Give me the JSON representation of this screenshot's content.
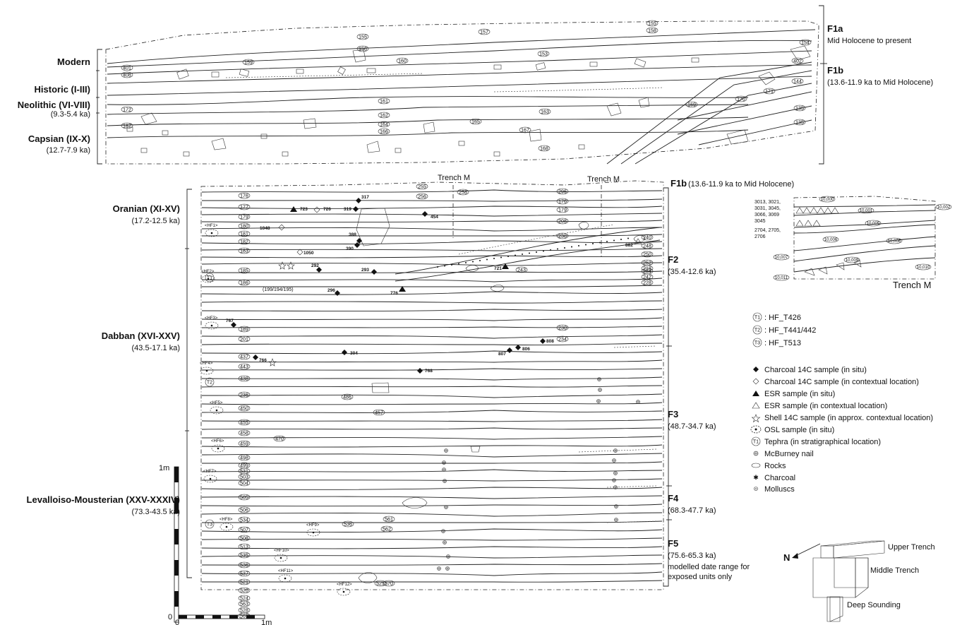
{
  "upper_section": {
    "periods": [
      {
        "name": "Modern",
        "range": ""
      },
      {
        "name": "Historic (I-III)",
        "range": ""
      },
      {
        "name": "Neolithic (VI-VIII)",
        "range": "(9.3-5.4 ka)"
      },
      {
        "name": "Capsian (IX-X)",
        "range": "(12.7-7.9 ka)"
      }
    ],
    "facies": [
      {
        "code": "F1a",
        "range": "Mid Holocene to present"
      },
      {
        "code": "F1b",
        "range": "(13.6-11.9 ka to Mid Holocene)"
      }
    ],
    "units": [
      "155",
      "156",
      "157",
      "158",
      "159",
      "160",
      "153",
      "154",
      "401",
      "402",
      "408",
      "161",
      "170",
      "144",
      "171",
      "135",
      "172",
      "162",
      "163",
      "164",
      "165",
      "166",
      "167",
      "168",
      "169",
      "187"
    ]
  },
  "lower_section": {
    "periods": [
      {
        "name": "Oranian (XI-XV)",
        "range": "(17.2-12.5 ka)"
      },
      {
        "name": "Dabban (XVI-XXV)",
        "range": "(43.5-17.1 ka)"
      },
      {
        "name": "Levalloiso-Mousterian (XXV-XXXIV)",
        "range": "(73.3-43.5 ka)"
      }
    ],
    "facies": [
      {
        "code": "F1b",
        "range": "(13.6-11.9 ka to Mid Holocene)"
      },
      {
        "code": "F2",
        "range": "(35.4-12.6 ka)"
      },
      {
        "code": "F3",
        "range": "(48.7-34.7 ka)"
      },
      {
        "code": "F4",
        "range": "(68.3-47.7 ka)"
      },
      {
        "code": "F5",
        "range": "(75.6-65.3 ka)"
      }
    ],
    "f5_note": "modelled date range for exposed units only",
    "trench_labels": [
      "Trench M",
      "Trench M"
    ],
    "units_left": [
      "176",
      "177",
      "179",
      "180",
      "181",
      "182",
      "183",
      "185",
      "186",
      "189",
      "201",
      "437",
      "443",
      "438",
      "236",
      "450",
      "455",
      "458",
      "459",
      "498",
      "499",
      "531",
      "503",
      "504",
      "505",
      "506",
      "534",
      "507",
      "508",
      "513",
      "535",
      "536",
      "537",
      "521",
      "520",
      "524",
      "563",
      "528",
      "565"
    ],
    "units_right": [
      "255",
      "256",
      "258",
      "296",
      "176",
      "179",
      "208",
      "238",
      "240",
      "248",
      "250",
      "252",
      "254",
      "228",
      "218",
      "242",
      "243",
      "230",
      "234",
      "470",
      "486",
      "457",
      "536",
      "562",
      "561",
      "525",
      "570"
    ],
    "unit_199": "(199/194/195)",
    "samples": [
      "317",
      "723",
      "726",
      "319",
      "454",
      "1048",
      "388",
      "390",
      "1050",
      "292",
      "293",
      "296",
      "776",
      "721",
      "882",
      "767",
      "304",
      "766",
      "807",
      "806",
      "808",
      "768"
    ],
    "osl": [
      "<HF1>",
      "<HF2>",
      "<HF3>",
      "<HF4>",
      "<HF5>",
      "<HF6>",
      "<HF7>",
      "<HF8>",
      "<HF9>",
      "<HF10>",
      "<HF11>",
      "<HF12>"
    ],
    "tephra": [
      "T1",
      "T2",
      "T3"
    ]
  },
  "trench_m_inset": {
    "title": "Trench M",
    "labels": [
      "3013, 3021,",
      "3031, 3045,",
      "3066, 3069",
      "3045",
      "2704, 2705,",
      "2706"
    ],
    "units": [
      "10,000",
      "10,001",
      "10,002",
      "10,005",
      "10,006",
      "10,008",
      "10,007",
      "10,009",
      "10,010",
      "10,011"
    ]
  },
  "tephra_key": [
    {
      "symbol": "T1",
      "label": ": HF_T426"
    },
    {
      "symbol": "T2",
      "label": ": HF_T441/442"
    },
    {
      "symbol": "T3",
      "label": ": HF_T513"
    }
  ],
  "legend": [
    {
      "icon": "filled-diamond-icon",
      "label": "Charcoal 14C sample (in situ)"
    },
    {
      "icon": "open-diamond-icon",
      "label": "Charcoal 14C sample (in contextual location)"
    },
    {
      "icon": "filled-triangle-icon",
      "label": "ESR sample (in situ)"
    },
    {
      "icon": "open-triangle-icon",
      "label": "ESR sample (in contextual location)"
    },
    {
      "icon": "star-icon",
      "label": "Shell 14C sample (in approx. contextual location)"
    },
    {
      "icon": "osl-icon",
      "label": "OSL sample (in situ)"
    },
    {
      "icon": "tephra-icon",
      "label": "Tephra (in stratigraphical location)"
    },
    {
      "icon": "mcburney-nail-icon",
      "label": "McBurney nail"
    },
    {
      "icon": "rock-icon",
      "label": "Rocks"
    },
    {
      "icon": "charcoal-icon",
      "label": "Charcoal"
    },
    {
      "icon": "mollusc-icon",
      "label": "Molluscs"
    }
  ],
  "trench_diagram": {
    "north": "N",
    "labels": [
      "Upper Trench",
      "Middle Trench",
      "Deep Sounding"
    ]
  },
  "scale": {
    "vertical": "1m",
    "horizontal": "1m",
    "origin": "0"
  }
}
